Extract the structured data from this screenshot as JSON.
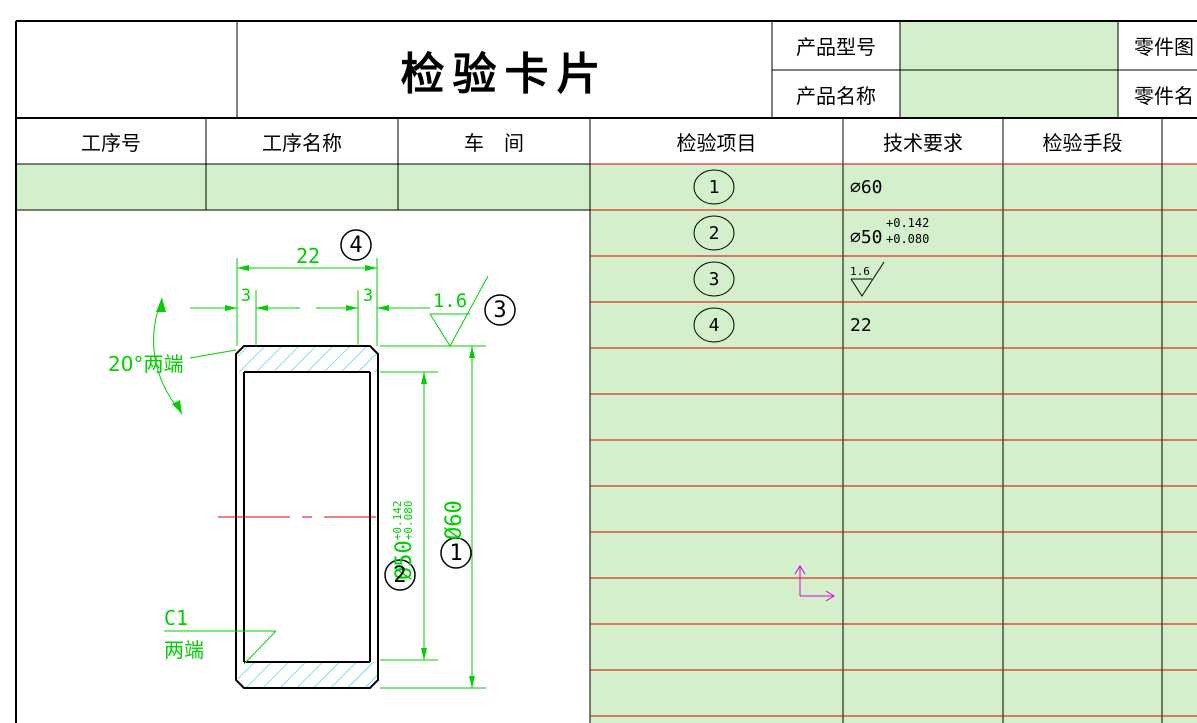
{
  "header": {
    "title": "检验卡片",
    "product_model_label": "产品型号",
    "product_name_label": "产品名称",
    "part_drawing_label": "零件图",
    "part_name_label": "零件名"
  },
  "columns": {
    "process_no": "工序号",
    "process_name": "工序名称",
    "workshop": "车　间",
    "inspection_item": "检验项目",
    "tech_requirement": "技术要求",
    "inspection_means": "检验手段"
  },
  "items": [
    {
      "no": "1",
      "requirement": "⌀60"
    },
    {
      "no": "2",
      "requirement_base": "⌀50",
      "tol_upper": "+0.142",
      "tol_lower": "+0.080"
    },
    {
      "no": "3",
      "roughness": "1.6"
    },
    {
      "no": "4",
      "requirement": "22"
    }
  ],
  "drawing": {
    "dim_width": "22",
    "dim_left": "3",
    "dim_right": "3",
    "roughness": "1.6",
    "chamfer_angle": "20°两端",
    "chamfer_size": "C1",
    "chamfer_note": "两端",
    "dia_inner": "Ø50",
    "dia_inner_tol_upper": "+0.142",
    "dia_inner_tol_lower": "+0.080",
    "dia_outer": "Ø60",
    "balloon_1": "1",
    "balloon_2": "2",
    "balloon_3": "3",
    "balloon_4": "4"
  },
  "colors": {
    "fill": "#d3efcc",
    "grid_red": "#e00000",
    "drawing_green": "#00d000",
    "hatch": "#00c0e0",
    "ucs": "#e000e0"
  }
}
